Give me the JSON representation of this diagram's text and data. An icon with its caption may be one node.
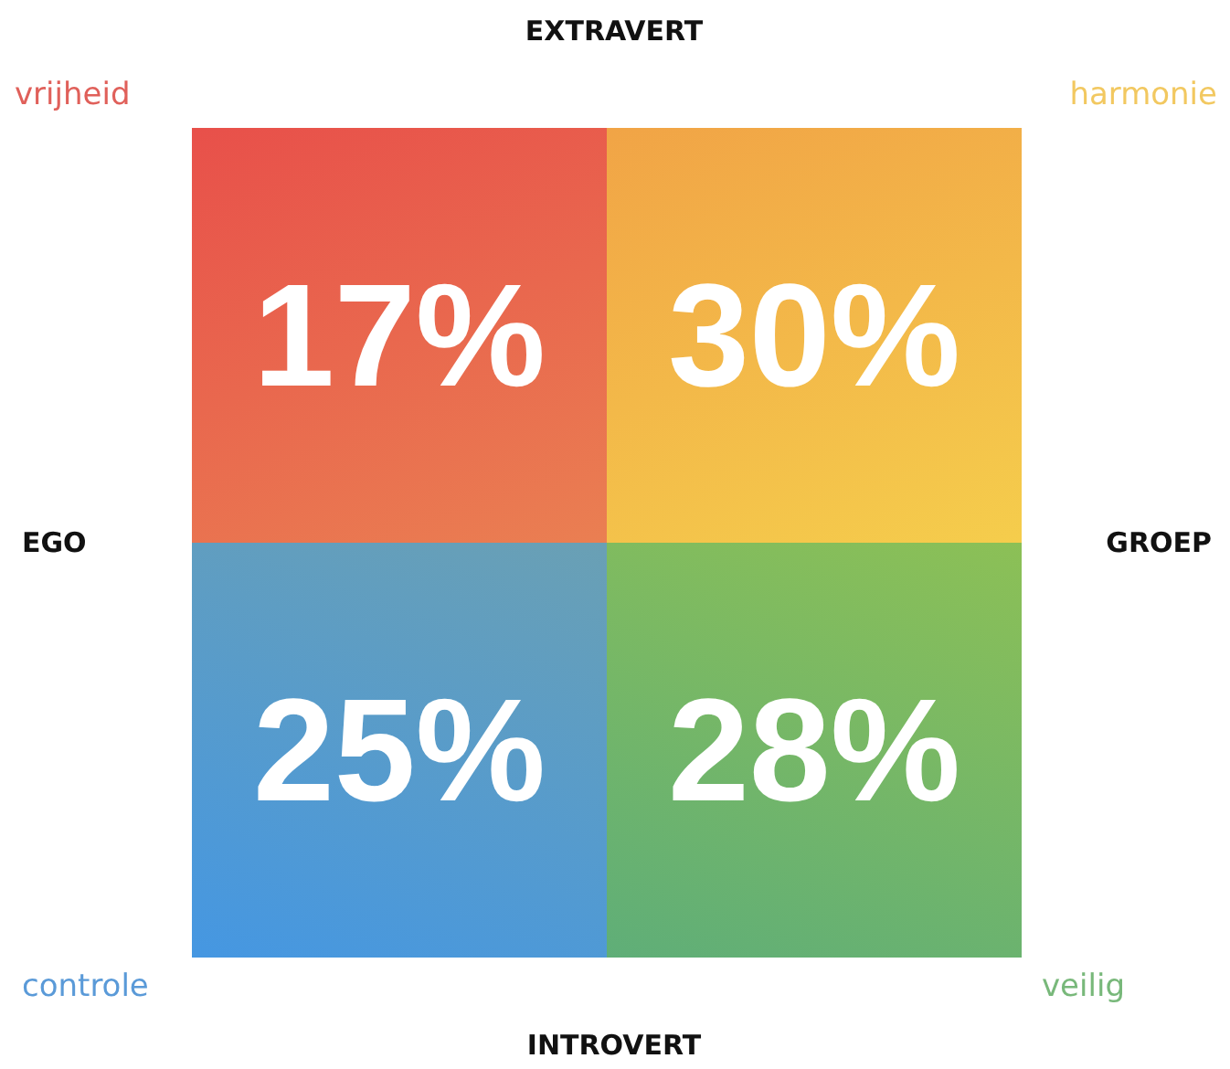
{
  "diagram": {
    "nodes": [
      {
        "text": [
          "17%"
        ]
      },
      {
        "text": [
          "30%"
        ]
      },
      {
        "text": [
          "25%"
        ]
      },
      {
        "text": [
          "28%"
        ]
      }
    ],
    "labels": [
      "EXTRAVERT",
      "vrijheid",
      "harmonie",
      "EGO",
      "GROEP",
      "controle",
      "veilig",
      "INTROVERT"
    ]
  }
}
